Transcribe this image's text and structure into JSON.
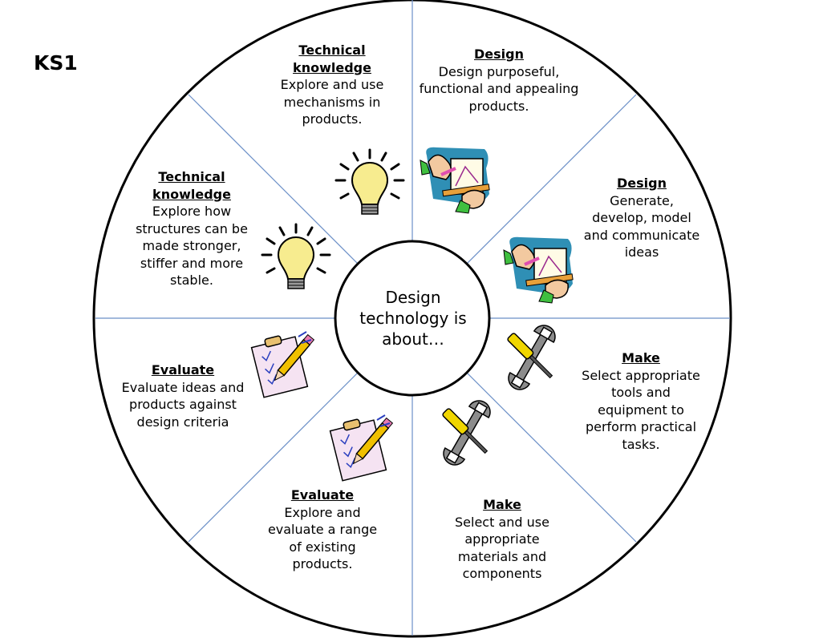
{
  "page": {
    "stage_label": "KS1",
    "center_text": "Design\ntechnology is\nabout…"
  },
  "segments": [
    {
      "title": "Technical\nknowledge",
      "body": "Explore and use\nmechanisms in\nproducts.",
      "icon": "lightbulb-icon"
    },
    {
      "title": "Design",
      "body": "Design purposeful,\nfunctional and appealing\nproducts.",
      "icon": "drawing-hands-icon"
    },
    {
      "title": "Design",
      "body": "Generate,\ndevelop, model\nand communicate\nideas",
      "icon": "drawing-hands-icon"
    },
    {
      "title": "Make",
      "body": "Select appropriate\ntools and\nequipment to\nperform practical\ntasks.",
      "icon": "tools-icon"
    },
    {
      "title": "Make",
      "body": "Select and use\nappropriate\nmaterials and\ncomponents",
      "icon": "tools-icon"
    },
    {
      "title": "Evaluate",
      "body": "Explore and\nevaluate a range\nof existing\nproducts.",
      "icon": "clipboard-pencil-icon"
    },
    {
      "title": "Evaluate",
      "body": "Evaluate ideas and\nproducts against\ndesign criteria",
      "icon": "clipboard-pencil-icon"
    },
    {
      "title": "Technical\nknowledge",
      "body": "Explore how\nstructures can be\nmade stronger,\nstiffer and more\nstable.",
      "icon": "lightbulb-icon"
    }
  ],
  "colors": {
    "divider": "#6b8fc7",
    "outline": "#000000",
    "bulb": "#f7ec8f"
  }
}
